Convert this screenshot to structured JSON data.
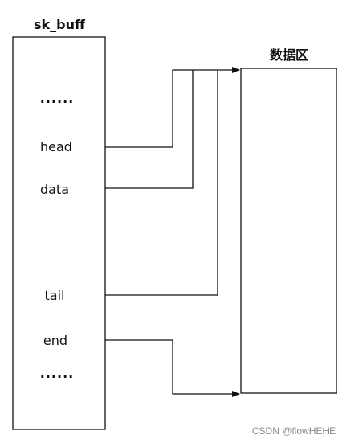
{
  "struct": {
    "title": "sk_buff",
    "fields": {
      "ellipsis_top": "......",
      "head": "head",
      "data": "data",
      "tail": "tail",
      "end": "end",
      "ellipsis_bottom": "......"
    }
  },
  "buffer": {
    "title": "数据区"
  },
  "watermark": "CSDN @flowHEHE",
  "colors": {
    "line": "#111111",
    "box": "#111111",
    "watermark": "#8a8a8a"
  }
}
